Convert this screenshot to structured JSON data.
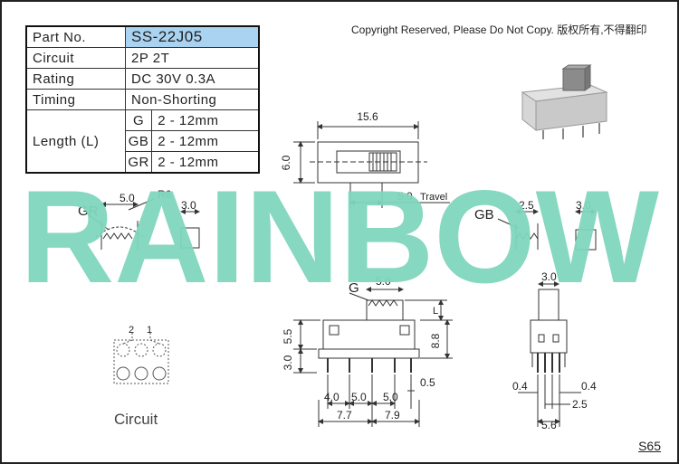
{
  "copyright": "Copyright Reserved, Please Do Not Copy. 版权所有,不得翻印",
  "watermark": "RAINBOW",
  "page_code": "S65",
  "spec": {
    "part_no_label": "Part No.",
    "part_no_value": "SS-22J05",
    "circuit_label": "Circuit",
    "circuit_value": "2P 2T",
    "rating_label": "Rating",
    "rating_value": "DC 30V 0.3A",
    "timing_label": "Timing",
    "timing_value": "Non-Shorting",
    "length_label": "Length (L)",
    "lengths": [
      {
        "type": "G",
        "value": "2 - 12mm"
      },
      {
        "type": "GB",
        "value": "2 - 12mm"
      },
      {
        "type": "GR",
        "value": "2 - 12mm"
      }
    ]
  },
  "dims": {
    "top_width": "15.6",
    "top_height": "6.0",
    "travel": "5.0",
    "travel_label": "Travel",
    "gr_label": "GR",
    "gr_width": "5.0",
    "gr_radius": "R6",
    "gr_side": "3.0",
    "gb_label": "GB",
    "gb_width": "2.5",
    "gb_side": "3.0",
    "g_label": "G",
    "g_width": "5.0",
    "l_label": "L",
    "body_h1": "5.5",
    "body_h2": "3.0",
    "total_h": "8.8",
    "pitch_1": "4.0",
    "pitch_2": "5.0",
    "pitch_3": "5.0",
    "pin_w": "0.5",
    "half_1": "7.7",
    "half_2": "7.9",
    "side_top": "3.0",
    "side_pin_l": "0.4",
    "side_pin_r": "0.4",
    "side_gap": "2.5",
    "side_width": "5.6"
  },
  "circuit": {
    "label": "Circuit",
    "pin_2": "2",
    "pin_1": "1"
  },
  "colors": {
    "watermark": "#7fd6bd",
    "part_no_bg": "#a9d3f1",
    "line": "#333333"
  }
}
